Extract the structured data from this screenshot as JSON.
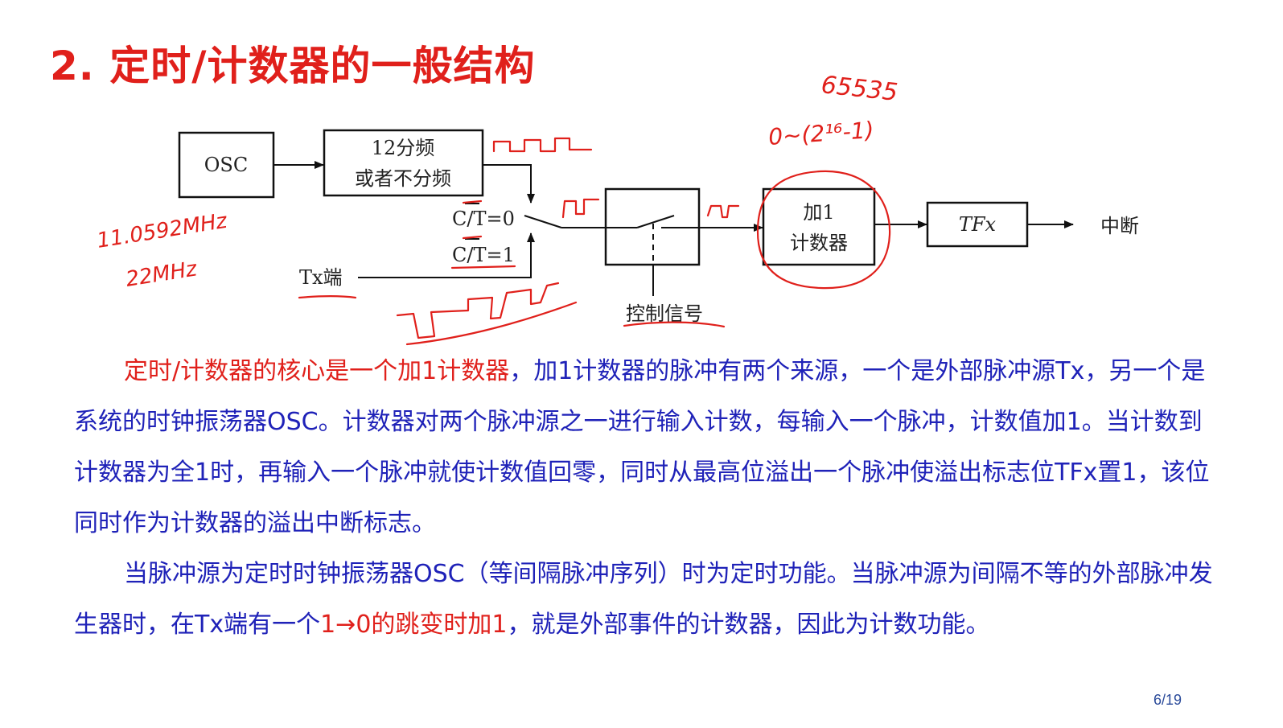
{
  "title": "2. 定时/计数器的一般结构",
  "diagram": {
    "osc": "OSC",
    "divider_line1": "12分频",
    "divider_line2": "或者不分频",
    "ct0": "C/T=0",
    "ct1": "C/T=1",
    "tx": "Tx端",
    "counter_line1": "加1",
    "counter_line2": "计数器",
    "tfx": "TFx",
    "interrupt": "中断",
    "control": "控制信号"
  },
  "annotations": {
    "max_value": "65535",
    "range": "0~(2¹⁶-1)",
    "freq1": "11.0592MHz",
    "freq2": "22MHz"
  },
  "paragraph1": {
    "red": "定时/计数器的核心是一个加1计数器",
    "rest": "，加1计数器的脉冲有两个来源，一个是外部脉冲源Tx，另一个是系统的时钟振荡器OSC。计数器对两个脉冲源之一进行输入计数，每输入一个脉冲，计数值加1。当计数到计数器为全1时，再输入一个脉冲就使计数值回零，同时从最高位溢出一个脉冲使溢出标志位TFx置1，该位同时作为计数器的溢出中断标志。"
  },
  "paragraph2": {
    "part1": "当脉冲源为定时时钟振荡器OSC（等间隔脉冲序列）时为定时功能。当脉冲源为间隔不等的外部脉冲发生器时，在Tx端有一个",
    "red": "1→0的跳变时加1",
    "part2": "，就是外部事件的计数器，因此为计数功能。"
  },
  "page_number": "6/19",
  "colors": {
    "title": "#e0201b",
    "body_text": "#1f22b8",
    "ink_red": "#e0201b",
    "diagram_line": "#111111"
  }
}
